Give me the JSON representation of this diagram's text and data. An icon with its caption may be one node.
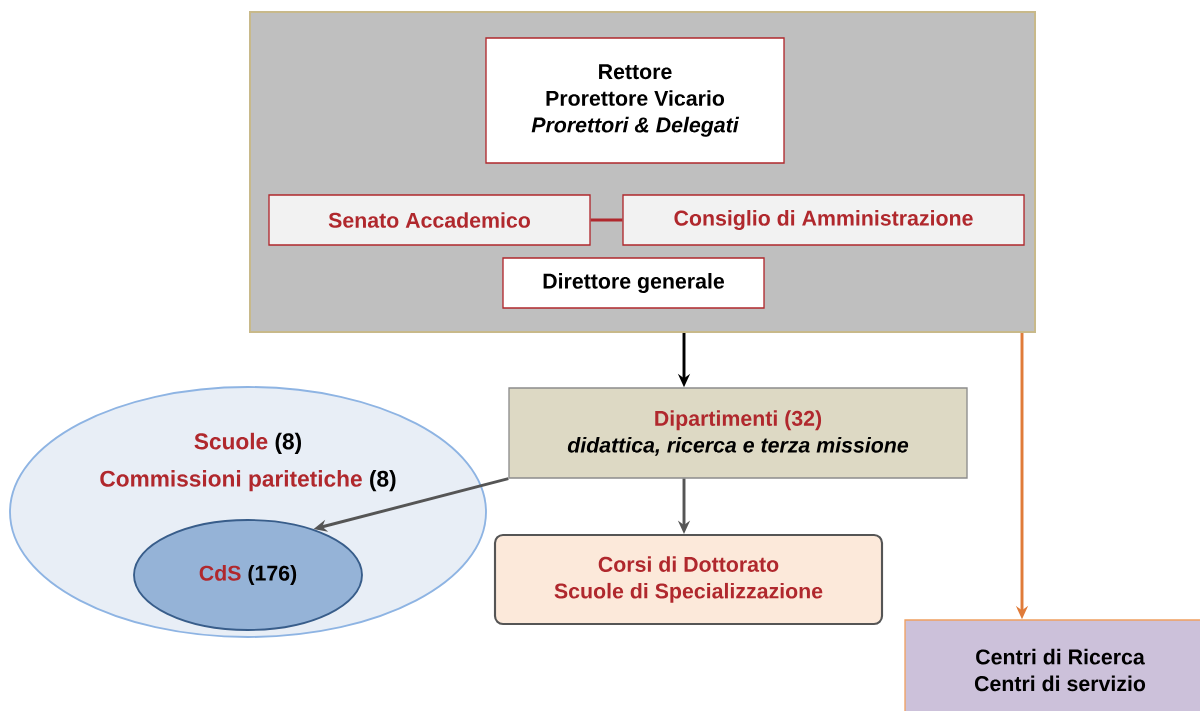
{
  "diagram": {
    "nodes": [
      {
        "text": [],
        "shape": "box"
      },
      {
        "text": [
          "Rettore",
          "Prorettore Vicario",
          "Prorettori & Delegati"
        ],
        "in": 0
      },
      {
        "text": [
          "Senato Accademico"
        ],
        "in": 0
      },
      {
        "text": [
          "Consiglio di Amministrazione"
        ],
        "in": 0
      },
      {
        "text": [
          "Direttore generale"
        ],
        "in": 0
      },
      {
        "text": [
          "Dipartimenti (32)",
          "didattica, ricerca e terza missione"
        ]
      },
      {
        "text": [
          "Scuole",
          "(8)",
          "Commissioni paritetiche",
          "(8)"
        ]
      },
      {
        "text": [
          "CdS",
          "(176)"
        ],
        "in": 6
      },
      {
        "text": [
          "Corsi di Dottorato",
          "Scuole di Specializzazione"
        ]
      },
      {
        "text": [
          "Centri di Ricerca",
          "Centri di servizio"
        ]
      }
    ],
    "edges": [
      {
        "from": 2,
        "to": 3,
        "arrow": "none",
        "color": "#b0282d"
      },
      {
        "from": 0,
        "to": 5,
        "arrow": "to",
        "color": "#000000"
      },
      {
        "from": 5,
        "to": 7,
        "arrow": "to",
        "color": "#555555"
      },
      {
        "from": 5,
        "to": 8,
        "arrow": "to",
        "color": "#555555"
      },
      {
        "from": 0,
        "to": 9,
        "arrow": "to",
        "color": "#e07b39"
      }
    ]
  }
}
